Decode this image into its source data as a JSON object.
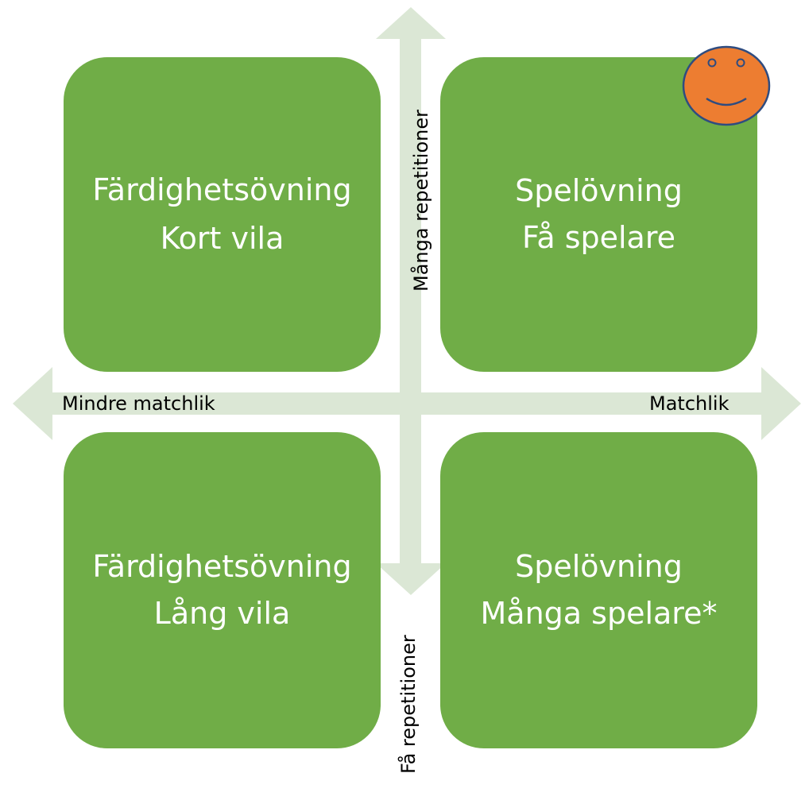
{
  "colors": {
    "box_fill": "#70ad47",
    "axis_fill": "#dbe7d5",
    "smiley_fill": "#ed7d31",
    "smiley_stroke": "#2f4c80"
  },
  "axes": {
    "left_label": "Mindre matchlik",
    "right_label": "Matchlik",
    "top_label": "Många repetitioner",
    "bottom_label": "Få repetitioner"
  },
  "quadrants": {
    "top_left": {
      "line1": "Färdighetsövning Kort vila"
    },
    "top_right": {
      "line1": "Spelövning",
      "line2": "Få spelare"
    },
    "bottom_left": {
      "line1": "Färdighetsövning",
      "line2": "Lång vila"
    },
    "bottom_right": {
      "line1": "Spelövning",
      "line2": "Många spelare*"
    }
  },
  "icons": {
    "marker": "smiley-face-icon"
  }
}
